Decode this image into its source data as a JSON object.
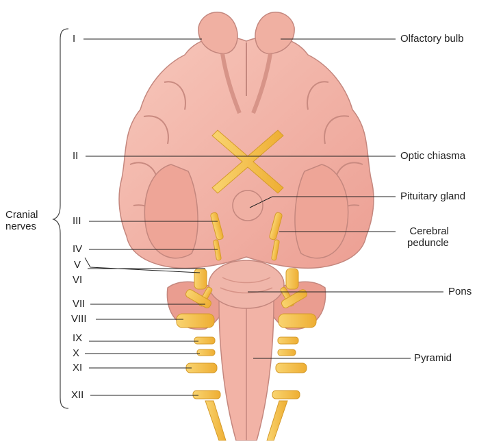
{
  "group_label": {
    "line1": "Cranial",
    "line2": "nerves"
  },
  "nerve_labels": [
    "I",
    "II",
    "III",
    "IV",
    "V",
    "VI",
    "VII",
    "VIII",
    "IX",
    "X",
    "XI",
    "XII"
  ],
  "structure_labels": {
    "olfactory_bulb": "Olfactory bulb",
    "optic_chiasma": "Optic chiasma",
    "pituitary_gland": "Pituitary gland",
    "cerebral_peduncle_1": "Cerebral",
    "cerebral_peduncle_2": "peduncle",
    "pons": "Pons",
    "pyramid": "Pyramid"
  },
  "colors": {
    "brain_fill": "#f2b3a6",
    "brain_shade": "#d98b80",
    "brain_outline": "#b9786f",
    "nerve_fill": "#f7c44a",
    "nerve_outline": "#d49a2a",
    "leader_line": "#222222"
  }
}
